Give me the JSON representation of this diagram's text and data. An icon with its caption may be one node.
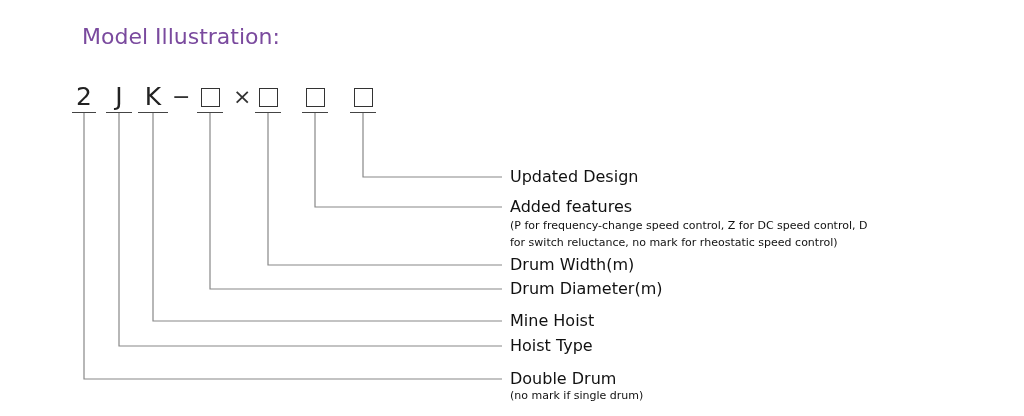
{
  "diagram": {
    "title": "Model Illustration:",
    "nodes": [
      {
        "text": [
          "2"
        ]
      },
      {
        "text": [
          "J"
        ]
      },
      {
        "text": [
          "K"
        ]
      },
      {
        "text": [],
        "shape": "box"
      },
      {
        "text": [],
        "shape": "box"
      },
      {
        "text": [],
        "shape": "box"
      },
      {
        "text": [],
        "shape": "box"
      },
      {
        "text": [
          "Updated Design"
        ]
      },
      {
        "text": [
          "Added features",
          "(P for frequency-change speed control, Z for DC speed control, D for switch reluctance, no mark for rheostatic speed control)"
        ]
      },
      {
        "text": [
          "Drum Width(m)"
        ]
      },
      {
        "text": [
          "Drum Diameter(m)"
        ]
      },
      {
        "text": [
          "Mine Hoist"
        ]
      },
      {
        "text": [
          "Hoist Type"
        ]
      },
      {
        "text": [
          "Double Drum"
        ],
        "beside": [
          "(no mark if single drum)"
        ]
      }
    ],
    "edges": [
      {
        "from": 6,
        "to": 7,
        "arrow": "none"
      },
      {
        "from": 5,
        "to": 8,
        "arrow": "none"
      },
      {
        "from": 4,
        "to": 9,
        "arrow": "none"
      },
      {
        "from": 3,
        "to": 10,
        "arrow": "none"
      },
      {
        "from": 2,
        "to": 11,
        "arrow": "none"
      },
      {
        "from": 1,
        "to": 12,
        "arrow": "none"
      },
      {
        "from": 0,
        "to": 13,
        "arrow": "none"
      }
    ],
    "labels": [
      "−",
      "×"
    ]
  }
}
